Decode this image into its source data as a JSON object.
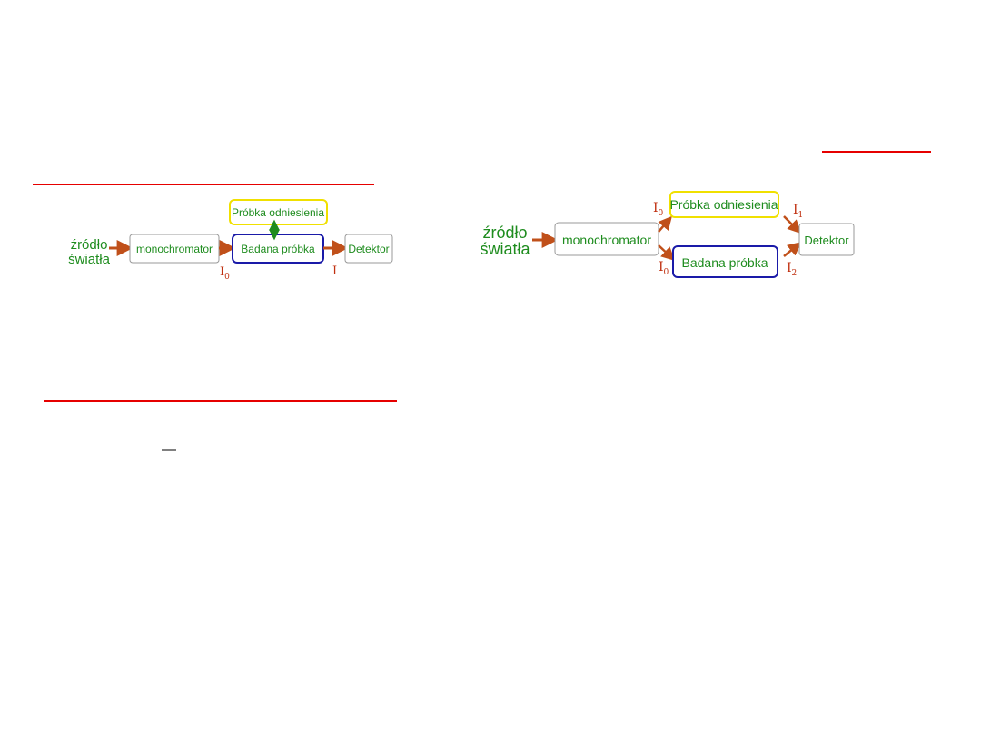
{
  "colors": {
    "red": "#e60000",
    "green": "#1e8c1e",
    "arrow": "#c0501a",
    "yellow": "#f0e000",
    "blue": "#1a1aa8",
    "gray_border": "#999999",
    "label_red": "#c03010"
  },
  "left_diagram": {
    "source": [
      "źródło",
      "światła"
    ],
    "monochromator": "monochromator",
    "sample": "Badana próbka",
    "reference": "Próbka odniesienia",
    "detector": "Detektor",
    "i0": {
      "main": "I",
      "sub": "0"
    },
    "i": "I"
  },
  "right_diagram": {
    "source": [
      "źródło",
      "światła"
    ],
    "monochromator": "monochromator",
    "reference": "Próbka odniesienia",
    "sample": "Badana próbka",
    "detector": "Detektor",
    "i0_top": {
      "main": "I",
      "sub": "0"
    },
    "i0_bottom": {
      "main": "I",
      "sub": "0"
    },
    "i1": {
      "main": "I",
      "sub": "1"
    },
    "i2": {
      "main": "I",
      "sub": "2"
    }
  }
}
